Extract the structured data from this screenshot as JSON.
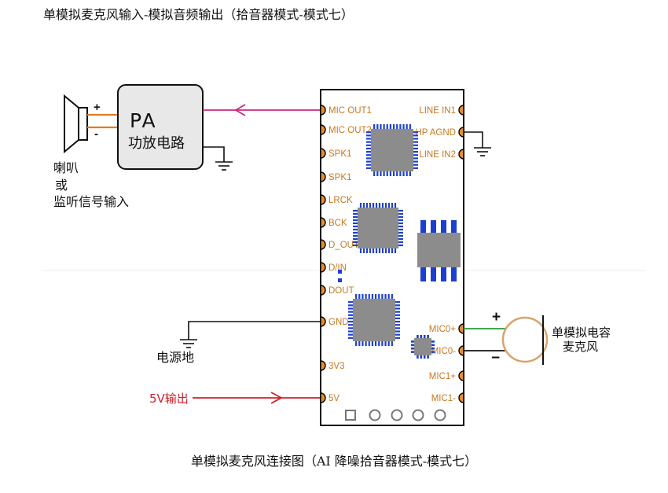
{
  "heading": "单模拟麦克风输入-模拟音频输出（拾音器模式-模式七）",
  "diagram": {
    "module": {
      "left_pins": [
        "MIC OUT1",
        "MIC OUT2",
        "SPK1",
        "SPK1",
        "LRCK",
        "BCK",
        "D_OUT",
        "D/IN",
        "DOUT",
        "GND",
        "3V3",
        "5V"
      ],
      "right_pins": [
        "LINE IN1",
        "HP AGND",
        "LINE IN2",
        "MIC0+",
        "MIC0-",
        "MIC1+",
        "MIC1-"
      ]
    },
    "amplifier": {
      "title": "PA",
      "subtitle": "功放电路"
    },
    "speaker": {
      "plus": "+",
      "minus": "-",
      "label": [
        "喇叭",
        "或",
        "监听信号输入"
      ]
    },
    "power": {
      "ground_label": "电源地",
      "supply_label": "5V输出"
    },
    "microphone": {
      "plus": "+",
      "minus": "−",
      "label": [
        "单模拟电容",
        "麦克风"
      ]
    }
  },
  "caption": "单模拟麦克风连接图（AI 降噪拾音器模式-模式七）",
  "colors": {
    "pin_label": "#c8781f",
    "pin_pad": "#e8912c",
    "signal_out": "#c8287c",
    "power_5v": "#d0202a",
    "mic_positive": "#2a9a3a",
    "mic_body": "#d9a36a",
    "speaker_wire": "#e07b20",
    "chip_pin": "#1d3fd0",
    "chip_body": "#8c8c8c",
    "pa_fill": "#e8e8e8"
  }
}
